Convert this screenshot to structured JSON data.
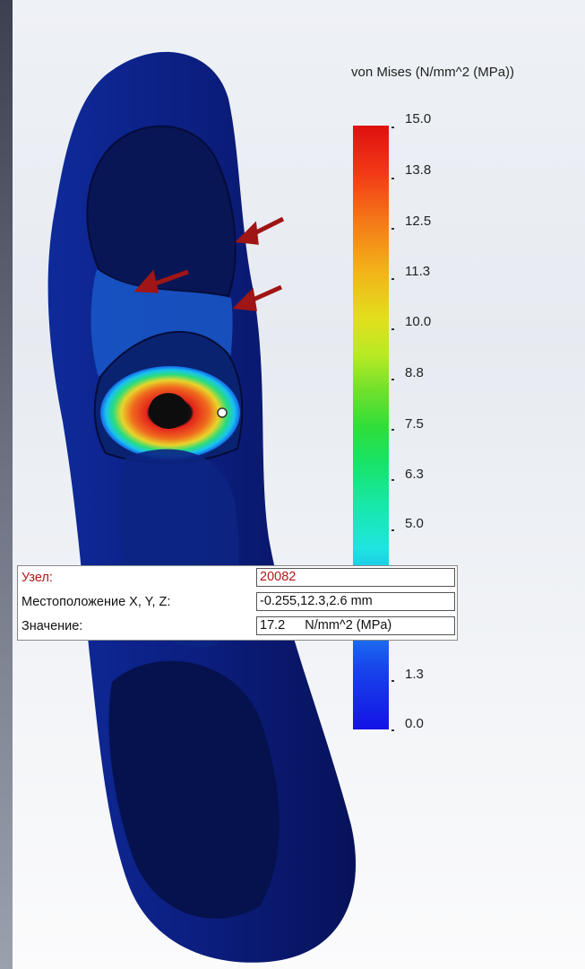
{
  "legend": {
    "title": "von Mises (N/mm^2 (MPa))",
    "ticks": [
      "15.0",
      "13.8",
      "12.5",
      "11.3",
      "10.0",
      "8.8",
      "7.5",
      "6.3",
      "5.0",
      "1.3",
      "0.0"
    ],
    "colors": {
      "max": "#e01010",
      "mid": "#2fde3a",
      "min": "#1412e6"
    }
  },
  "probe": {
    "node_label": "Узел:",
    "node_value": "20082",
    "location_label": "Местоположение X, Y, Z:",
    "location_value": "-0.255,12.3,2.6 mm",
    "value_label": "Значение:",
    "value_number": "17.2",
    "value_unit": "N/mm^2 (MPa)"
  },
  "model": {
    "load_arrows": 3,
    "highlight_color": "#f04418",
    "body_color": "#0b1f8a"
  }
}
